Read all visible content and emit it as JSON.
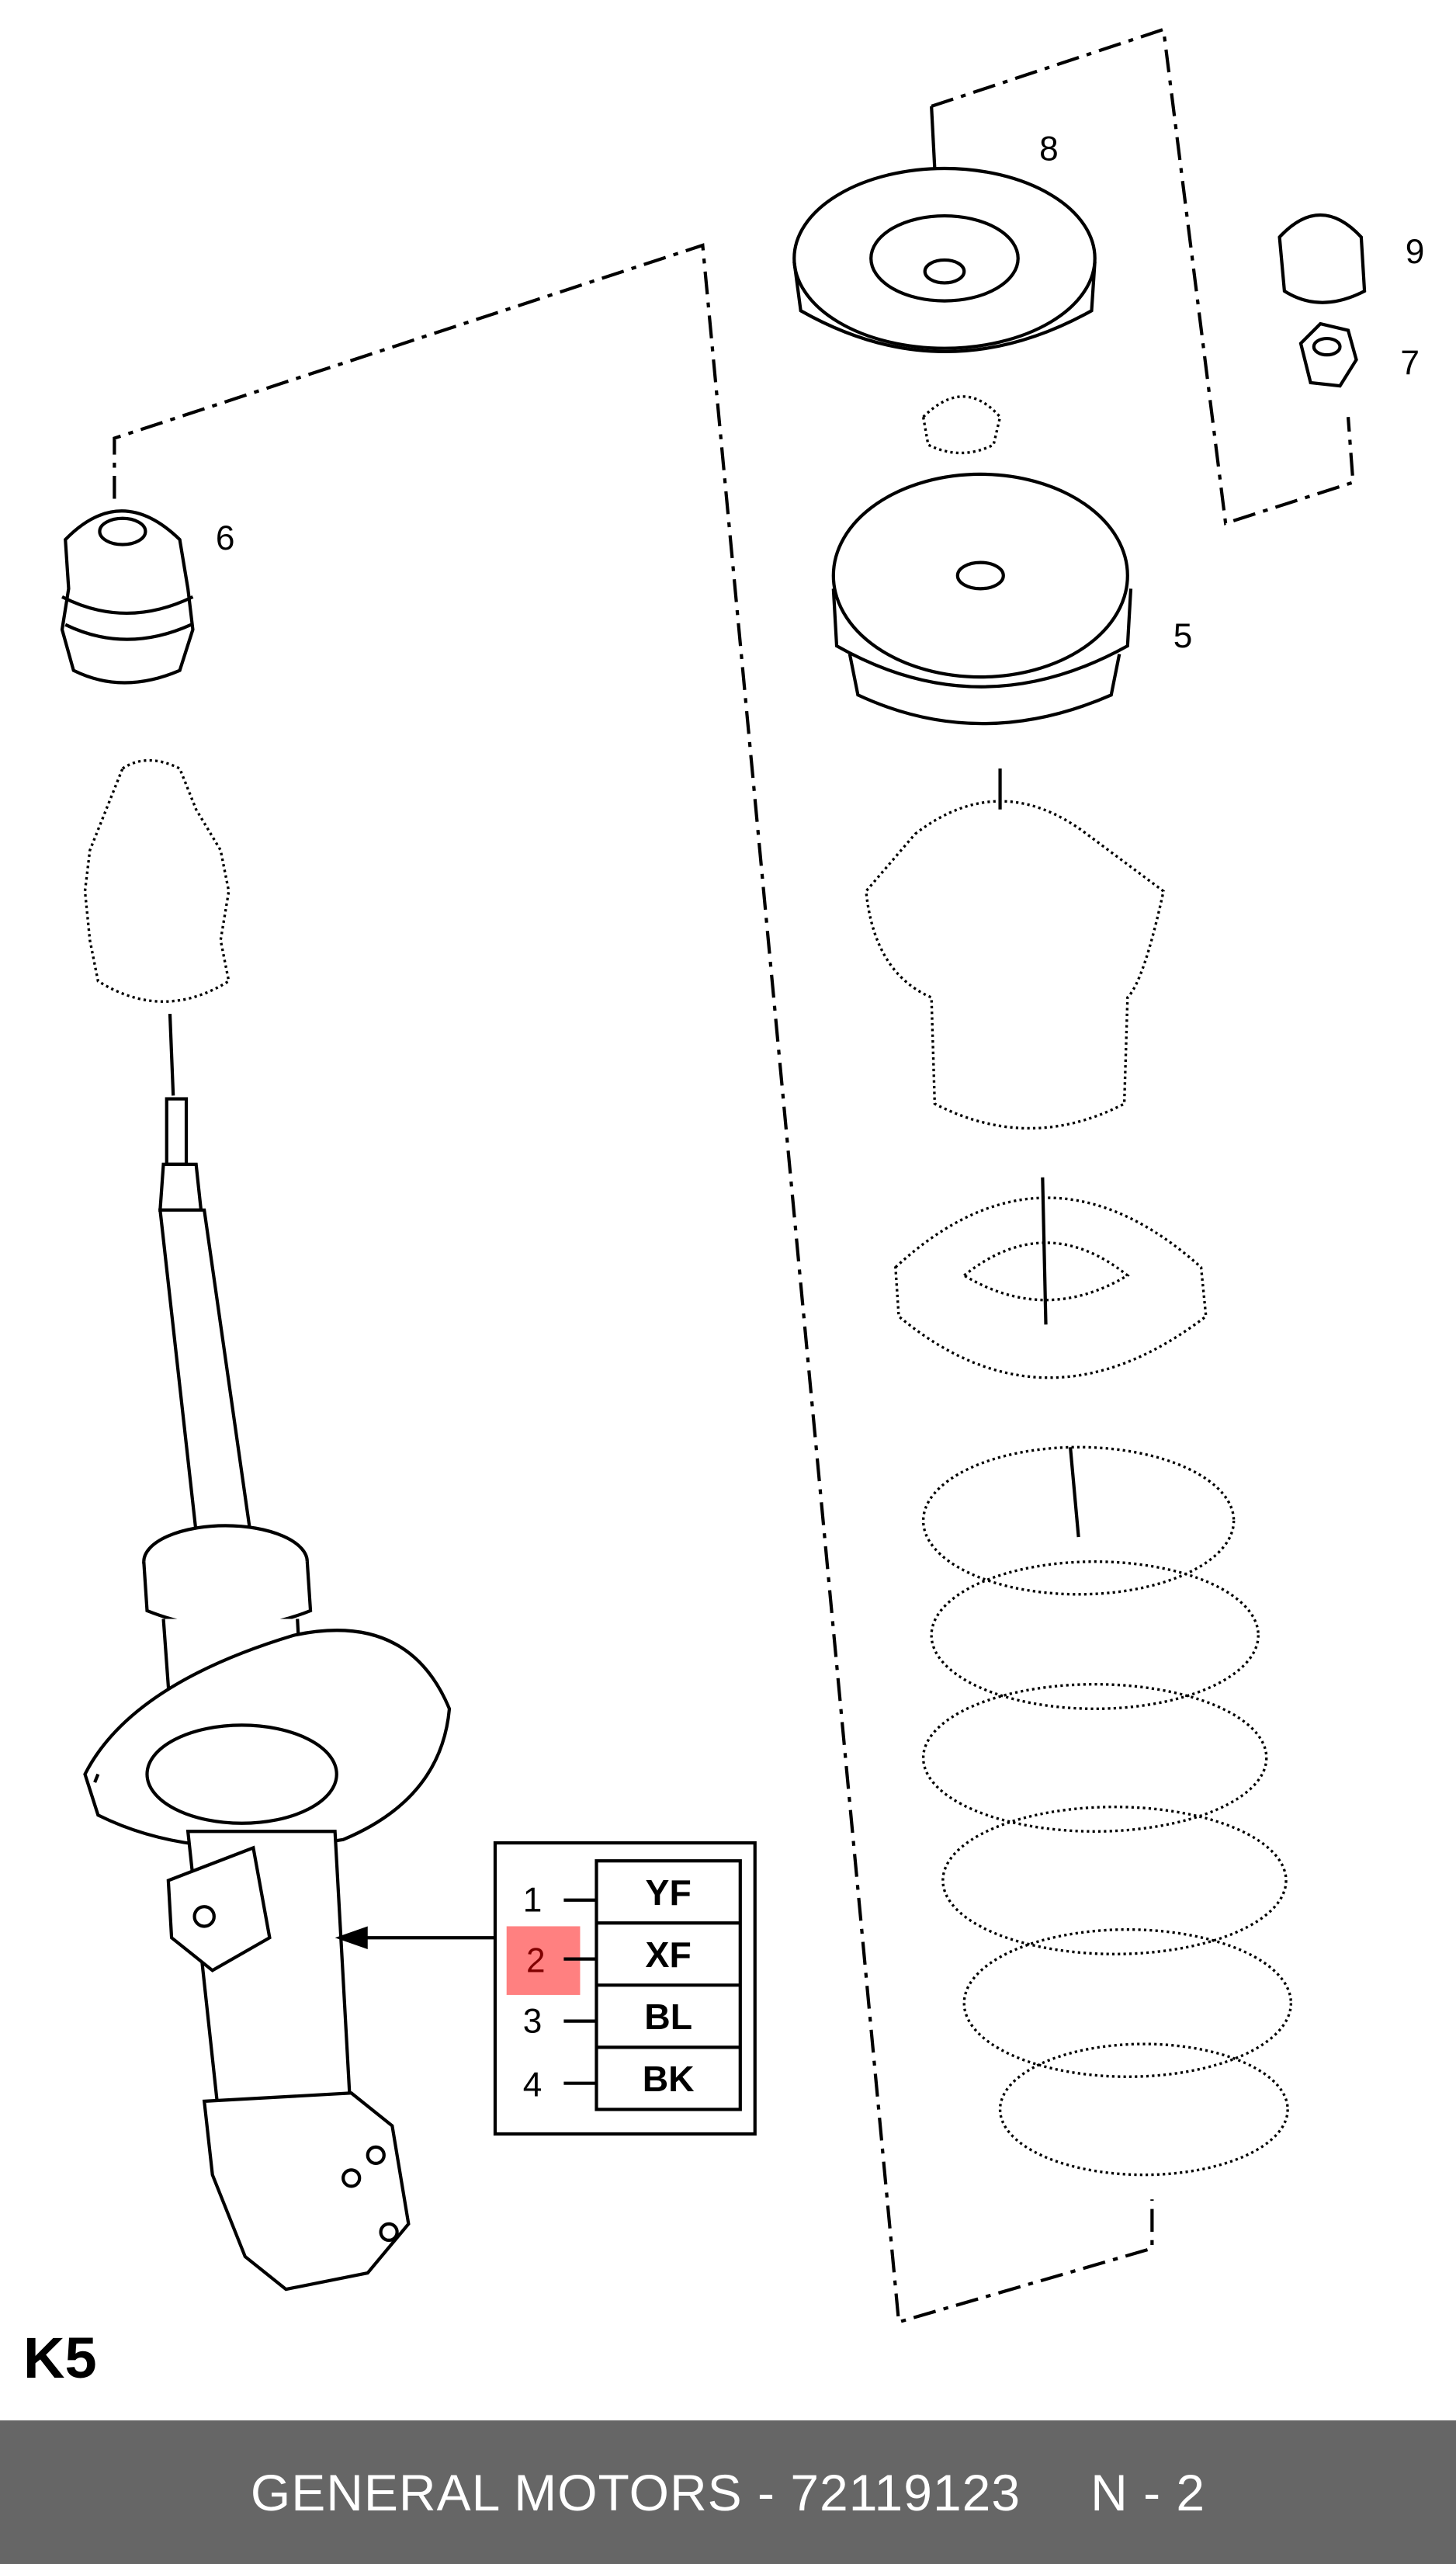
{
  "callouts": {
    "p5": "5",
    "p6": "6",
    "p7": "7",
    "p8": "8",
    "p9": "9"
  },
  "legend": {
    "rows": [
      {
        "num": "1",
        "code": "YF"
      },
      {
        "num": "2",
        "code": "XF"
      },
      {
        "num": "3",
        "code": "BL"
      },
      {
        "num": "4",
        "code": "BK"
      }
    ],
    "highlight_color": "#ff8080",
    "highlighted_row": "2"
  },
  "section_label": "K5",
  "footer": {
    "manufacturer": "GENERAL MOTORS",
    "separator": " - ",
    "part_number": "72119123",
    "page": "N - 2"
  }
}
